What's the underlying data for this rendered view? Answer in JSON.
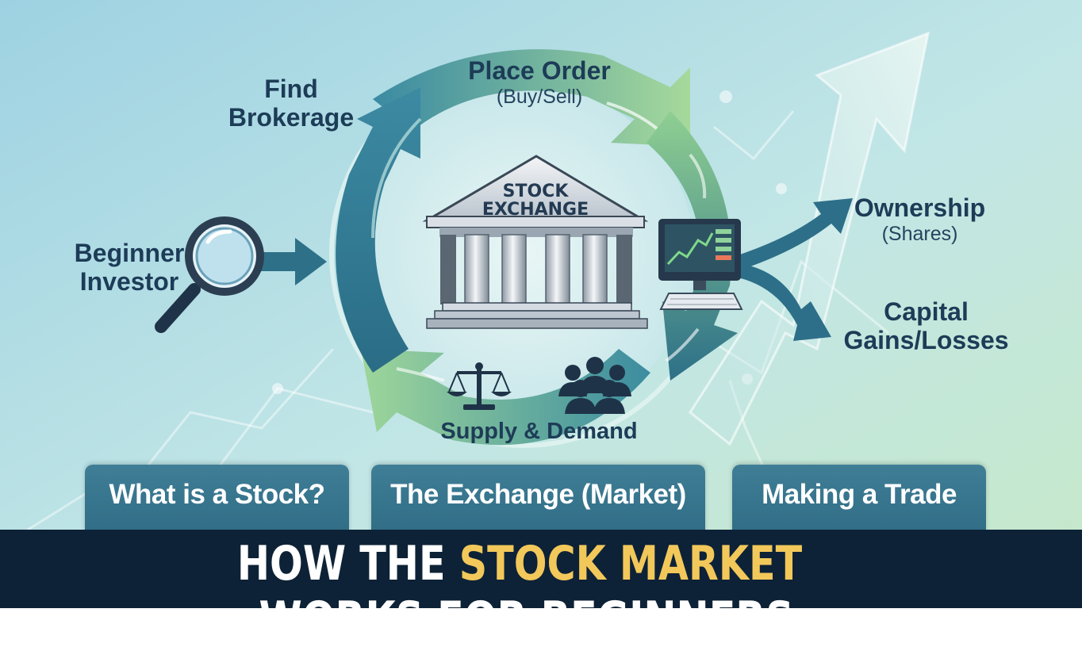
{
  "labels": {
    "find_brokerage": "Find\nBrokerage",
    "place_order": "Place Order",
    "place_order_sub": "(Buy/Sell)",
    "beginner_investor": "Beginner\nInvestor",
    "ownership": "Ownership",
    "ownership_sub": "(Shares)",
    "capital_gains": "Capital\nGains/Losses",
    "supply_demand": "Supply & Demand"
  },
  "exchange": {
    "line1": "STOCK",
    "line2": "EXCHANGE"
  },
  "tabs": [
    "What is a Stock?",
    "The Exchange (Market)",
    "Making a Trade"
  ],
  "banner": {
    "part1": "HOW THE ",
    "highlight": "STOCK MARKET",
    "part2": " WORKS FOR BEGINNERS"
  },
  "colors": {
    "banner_bg": "#0d2236",
    "highlight": "#f2c85b",
    "tab_bg": "#3a7890",
    "cycle_dark": "#2a6c85",
    "cycle_light": "#9fd49a",
    "text": "#1d3c57"
  },
  "icons": [
    "magnifying-glass-icon",
    "bank-building-icon",
    "computer-chart-icon",
    "scales-icon",
    "people-icon",
    "sparkle-icon"
  ]
}
